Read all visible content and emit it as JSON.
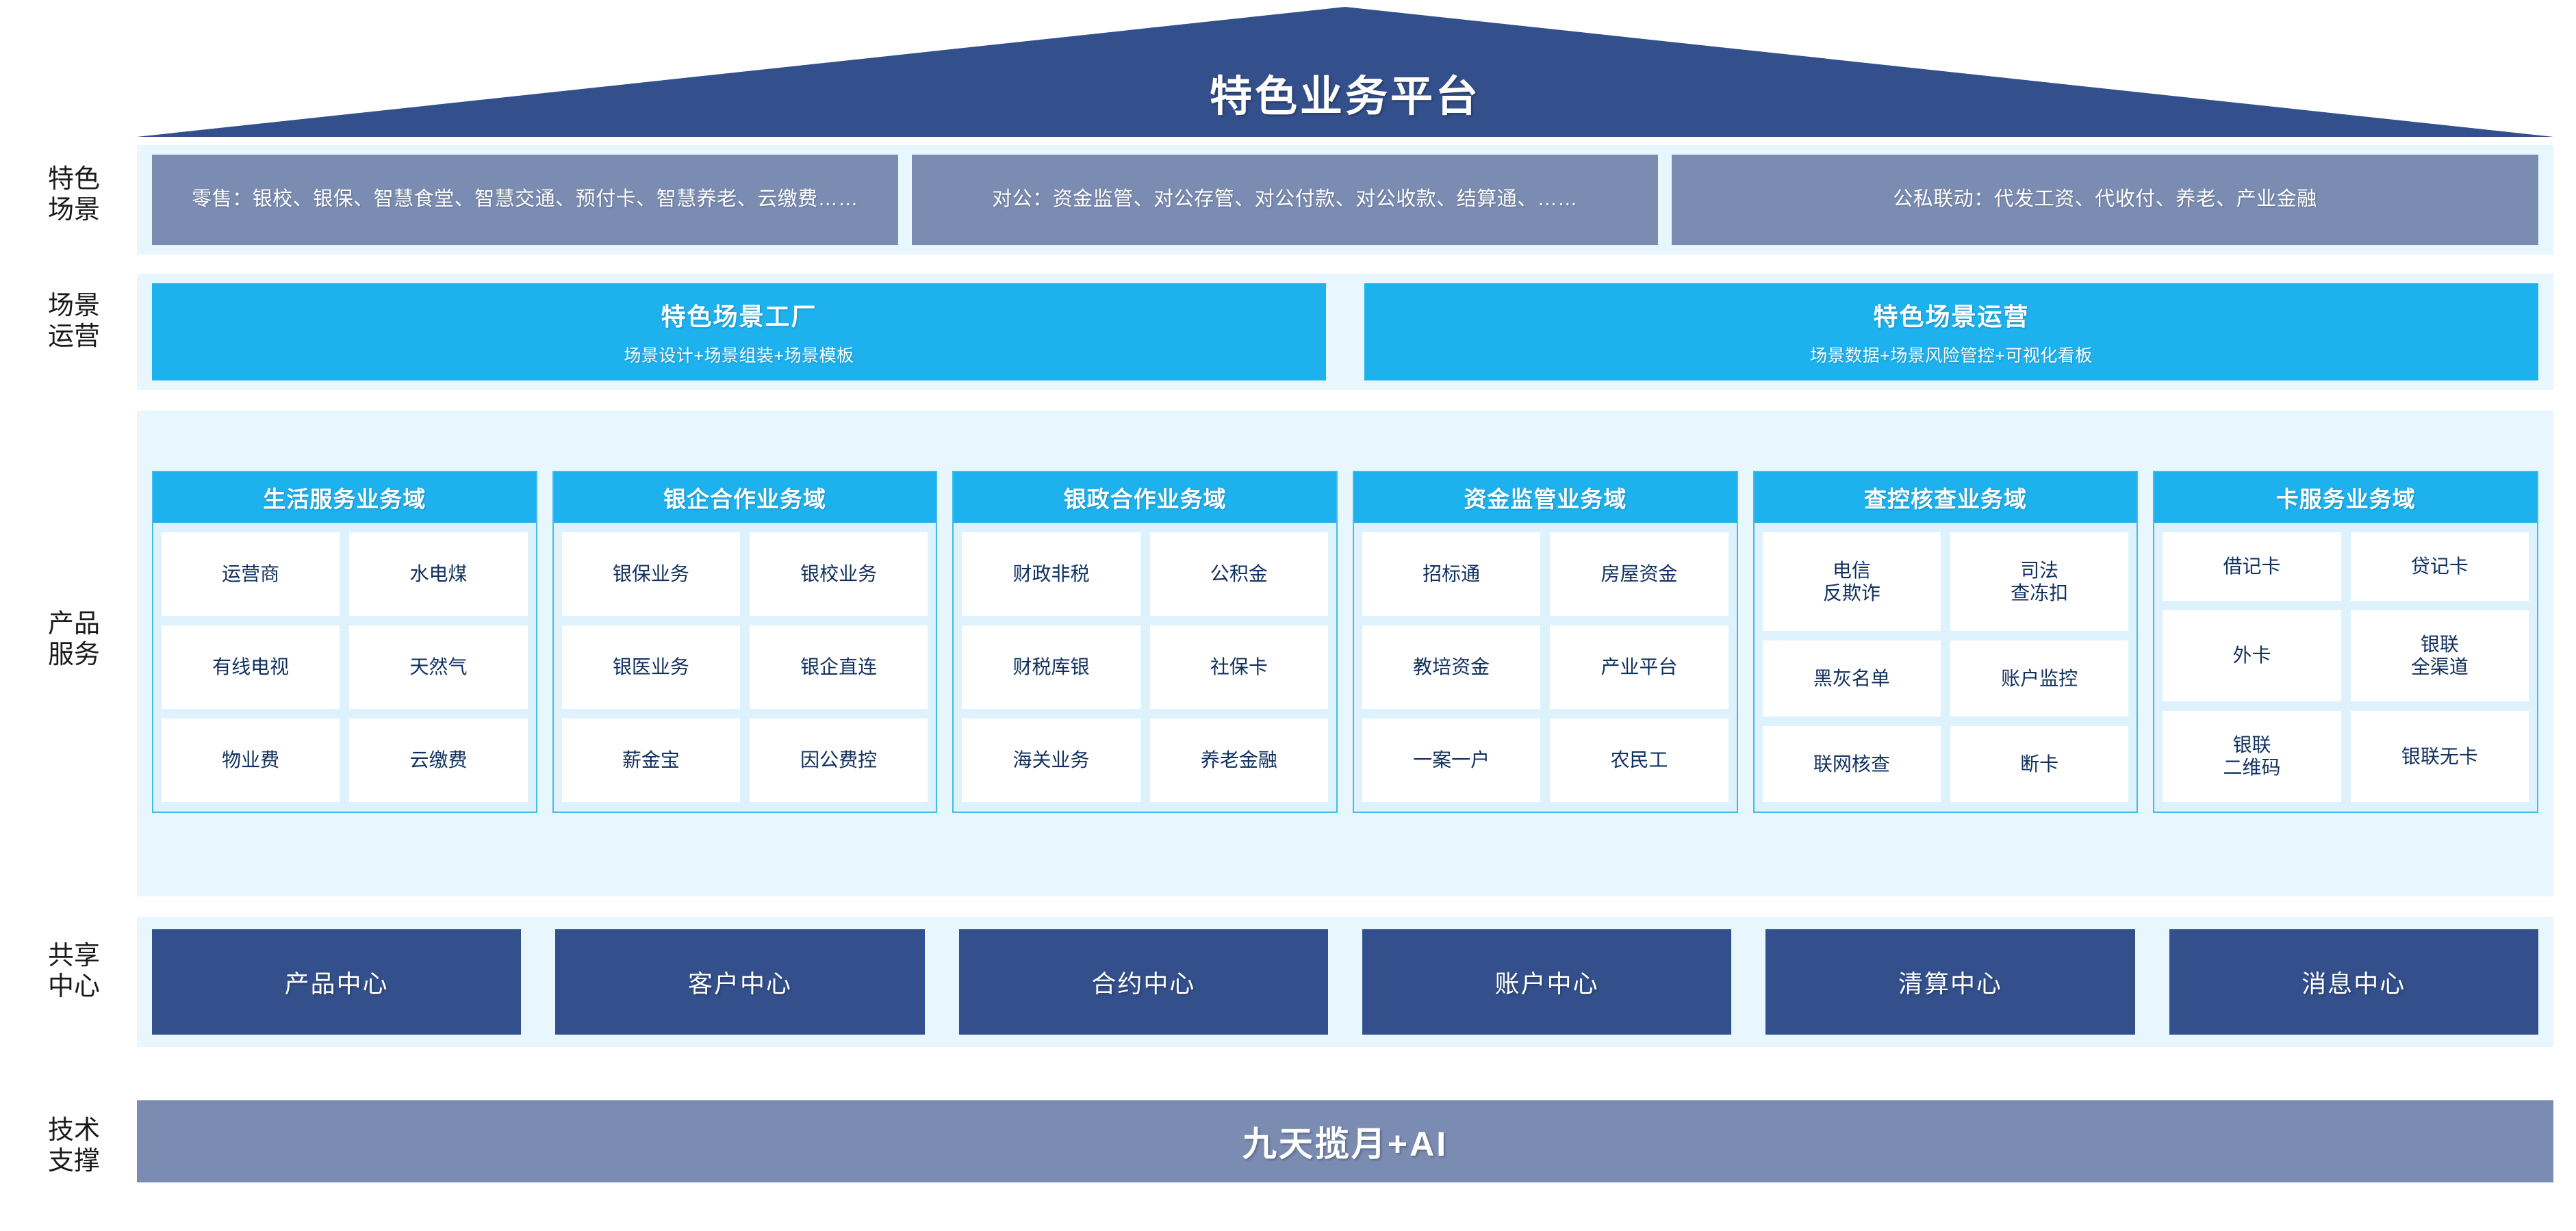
{
  "header": {
    "title": "特色业务平台"
  },
  "row_labels": {
    "scenarios": "特色\n场景",
    "operations": "场景\n运营",
    "products": "产品\n服务",
    "centers": "共享\n中心",
    "tech": "技术\n支撑"
  },
  "scenarios": [
    {
      "id": "retail",
      "text": "零售：银校、银保、智慧食堂、智慧交通、预付卡、智慧养老、云缴费……"
    },
    {
      "id": "corporate",
      "text": "对公：资金监管、对公存管、对公付款、对公收款、结算通、……"
    },
    {
      "id": "public-private-linkage",
      "text": "公私联动：代发工资、代收付、养老、产业金融"
    }
  ],
  "operations": [
    {
      "title": "特色场景工厂",
      "subtitle": "场景设计+场景组装+场景模板"
    },
    {
      "title": "特色场景运营",
      "subtitle": "场景数据+场景风险管控+可视化看板"
    }
  ],
  "product_domains": [
    {
      "title": "生活服务业务域",
      "items": [
        "运营商",
        "水电煤",
        "有线电视",
        "天然气",
        "物业费",
        "云缴费"
      ]
    },
    {
      "title": "银企合作业务域",
      "items": [
        "银保业务",
        "银校业务",
        "银医业务",
        "银企直连",
        "薪金宝",
        "因公费控"
      ]
    },
    {
      "title": "银政合作业务域",
      "items": [
        "财政非税",
        "公积金",
        "财税库银",
        "社保卡",
        "海关业务",
        "养老金融"
      ]
    },
    {
      "title": "资金监管业务域",
      "items": [
        "招标通",
        "房屋资金",
        "教培资金",
        "产业平台",
        "一案一户",
        "农民工"
      ]
    },
    {
      "title": "查控核查业务域",
      "items": [
        "电信\n反欺诈",
        "司法\n查冻扣",
        "黑灰名单",
        "账户监控",
        "联网核查",
        "断卡"
      ]
    },
    {
      "title": "卡服务业务域",
      "items": [
        "借记卡",
        "贷记卡",
        "外卡",
        "银联\n全渠道",
        "银联\n二维码",
        "银联无卡"
      ]
    }
  ],
  "shared_centers": [
    "产品中心",
    "客户中心",
    "合约中心",
    "账户中心",
    "清算中心",
    "消息中心"
  ],
  "tech_support": {
    "title": "九天揽月+AI"
  },
  "colors": {
    "roof_navy": "#34508c",
    "scenario_slate": "#7b8cb2",
    "cyan": "#1db1ed",
    "band_light": "#e8f7fd",
    "card_fill": "#ddf2fc",
    "card_border": "#41bdec",
    "cell_text": "#10305e"
  }
}
